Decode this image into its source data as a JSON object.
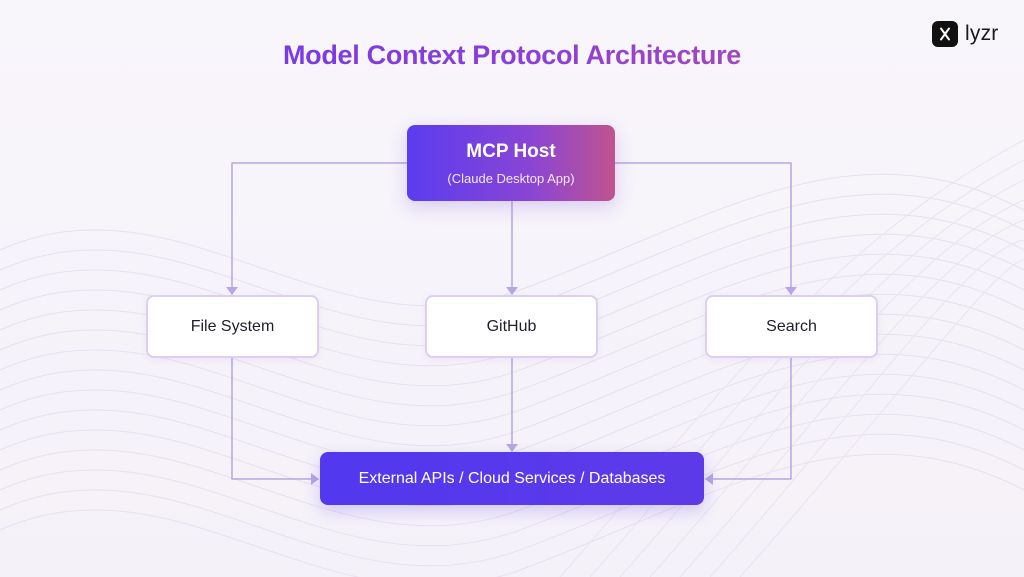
{
  "title": "Model Context Protocol Architecture",
  "logo": {
    "name": "lyzr",
    "mark": "lyzr-logo-icon"
  },
  "nodes": {
    "host": {
      "title": "MCP Host",
      "subtitle": "(Claude Desktop App)"
    },
    "file_system": "File System",
    "github": "GitHub",
    "search": "Search",
    "external": "External APIs / Cloud Services / Databases"
  },
  "colors": {
    "primary": "#5b3cf0",
    "accent": "#c0538f",
    "connector": "#b7a6e5",
    "node_border": "#dccff2",
    "text_dark": "#1f1f2a",
    "background": "#f7f3fa"
  }
}
